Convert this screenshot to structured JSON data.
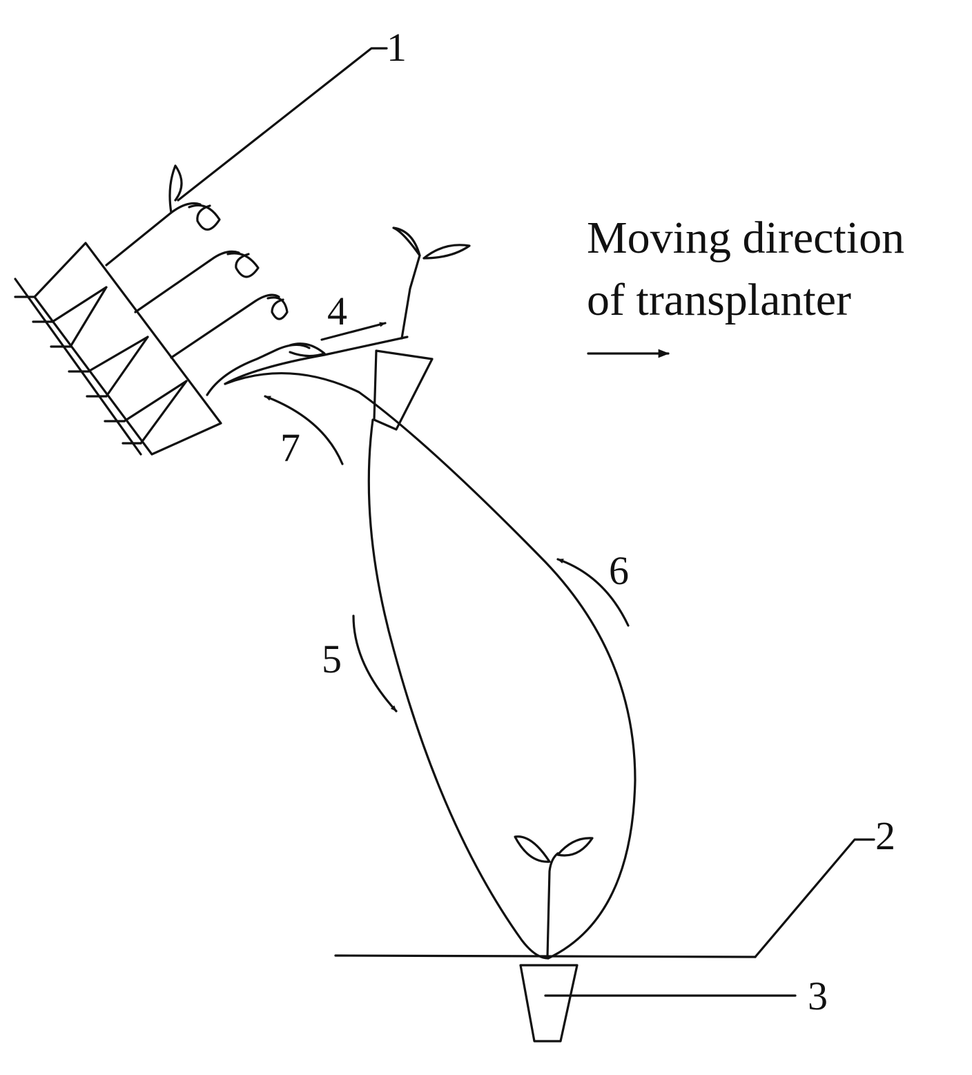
{
  "caption": {
    "line1": "Moving direction",
    "line2": "of transplanter"
  },
  "labels": {
    "l1": "1",
    "l2": "2",
    "l3": "3",
    "l4": "4",
    "l5": "5",
    "l6": "6",
    "l7": "7"
  },
  "colors": {
    "ink": "#111111",
    "background": "#ffffff"
  }
}
